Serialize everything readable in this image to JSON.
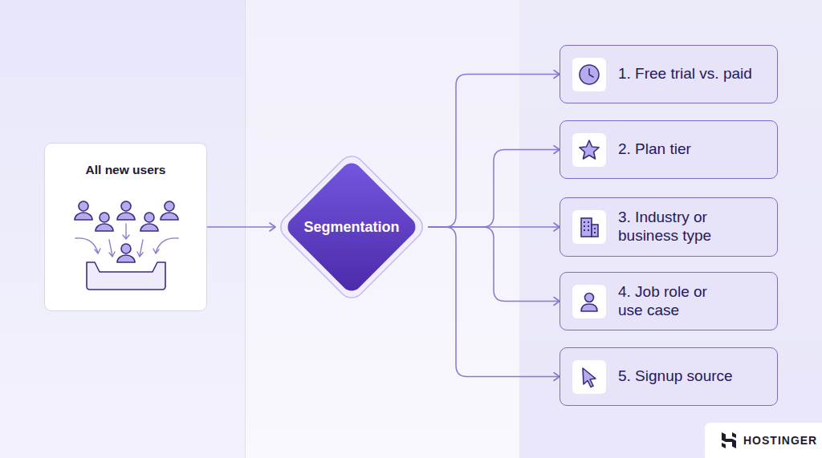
{
  "diagram": {
    "nodes": [
      {
        "text": [
          "All new users"
        ]
      },
      {
        "text": [
          "Segmentation"
        ]
      },
      {
        "text": [
          "1. Free trial vs. paid"
        ]
      },
      {
        "text": [
          "2. Plan tier"
        ]
      },
      {
        "text": [
          "3. Industry or business type"
        ]
      },
      {
        "text": [
          "4. Job role or use case"
        ]
      },
      {
        "text": [
          "5. Signup source"
        ]
      }
    ],
    "edges": [
      {
        "from": 0,
        "to": 1,
        "arrow": "to"
      },
      {
        "from": 1,
        "to": 2,
        "arrow": "to"
      },
      {
        "from": 1,
        "to": 3,
        "arrow": "to"
      },
      {
        "from": 1,
        "to": 4,
        "arrow": "to"
      },
      {
        "from": 1,
        "to": 5,
        "arrow": "to"
      },
      {
        "from": 1,
        "to": 6,
        "arrow": "to"
      }
    ],
    "labels": [
      "HOSTINGER"
    ]
  }
}
